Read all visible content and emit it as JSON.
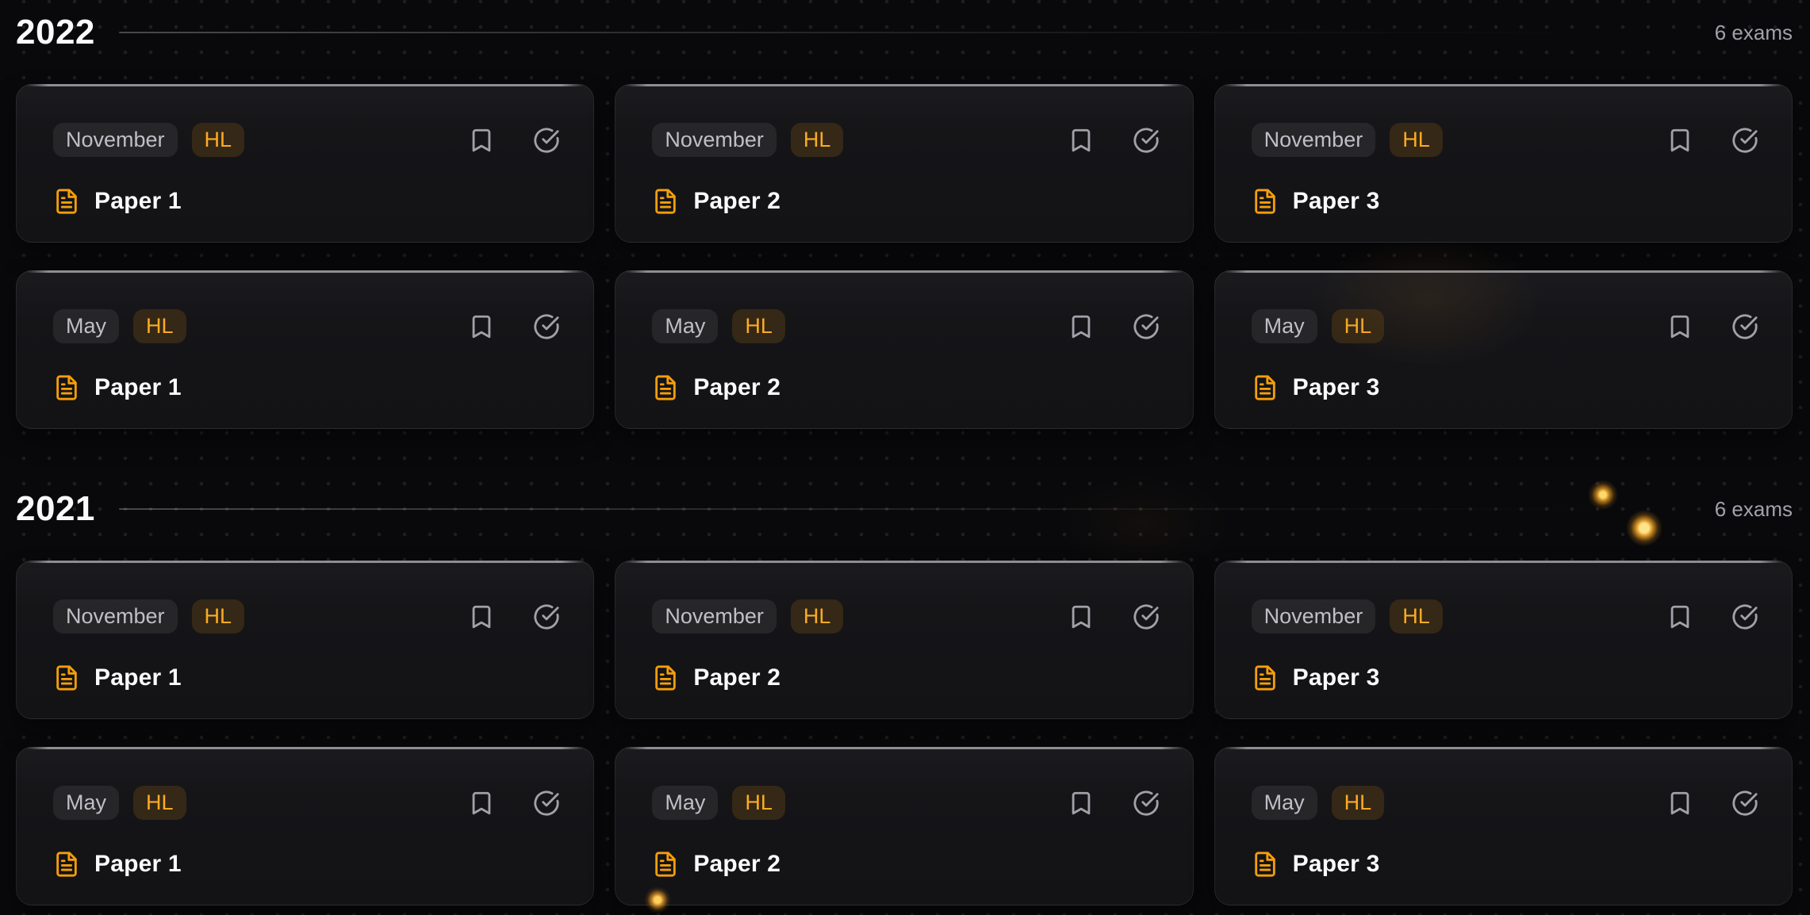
{
  "page": {
    "accent_color": "#f59e0b",
    "background_color": "#09090b",
    "card_color": "#151518",
    "muted_text_color": "#a1a1aa"
  },
  "sections": [
    {
      "year": "2022",
      "exam_count_label": "6 exams",
      "cards": [
        {
          "session": "November",
          "level": "HL",
          "title": "Paper 1"
        },
        {
          "session": "November",
          "level": "HL",
          "title": "Paper 2"
        },
        {
          "session": "November",
          "level": "HL",
          "title": "Paper 3"
        },
        {
          "session": "May",
          "level": "HL",
          "title": "Paper 1"
        },
        {
          "session": "May",
          "level": "HL",
          "title": "Paper 2"
        },
        {
          "session": "May",
          "level": "HL",
          "title": "Paper 3"
        }
      ]
    },
    {
      "year": "2021",
      "exam_count_label": "6 exams",
      "cards": [
        {
          "session": "November",
          "level": "HL",
          "title": "Paper 1"
        },
        {
          "session": "November",
          "level": "HL",
          "title": "Paper 2"
        },
        {
          "session": "November",
          "level": "HL",
          "title": "Paper 3"
        },
        {
          "session": "May",
          "level": "HL",
          "title": "Paper 1"
        },
        {
          "session": "May",
          "level": "HL",
          "title": "Paper 2"
        },
        {
          "session": "May",
          "level": "HL",
          "title": "Paper 3"
        }
      ]
    }
  ],
  "icons": {
    "bookmark": "bookmark-icon",
    "complete": "check-circle-icon",
    "paper": "file-text-icon"
  }
}
